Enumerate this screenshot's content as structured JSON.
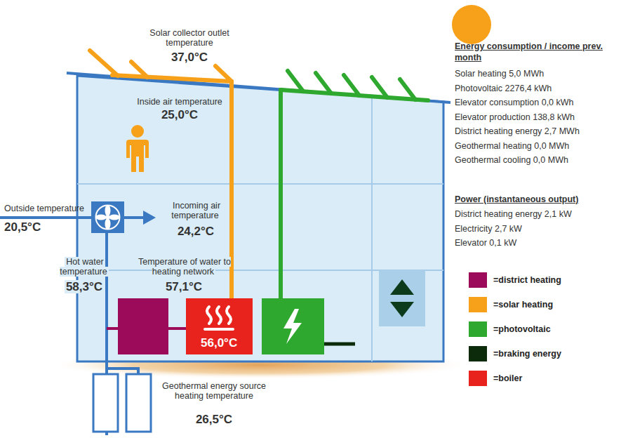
{
  "diagram": {
    "nodes": [
      {
        "text": [
          "56,0°C"
        ]
      }
    ],
    "labels": [
      "Solar collector outlet temperature",
      "37,0°C",
      "Inside air temperature",
      "25,0°C",
      "Outside temperature",
      "20,5°C",
      "Incoming air temperature",
      "24,2°C",
      "Hot water temperature",
      "58,3°C",
      "Temperature of water to heating network",
      "57,1°C",
      "Geothermal energy source heating temperature",
      "26,5°C",
      "Energy consumption / income prev. month",
      "Solar heating 5,0 MWh",
      "Photovoltaic 2276,4 kWh",
      "Elevator consumption 0,0 kWh",
      "Elevator production 138,8 kWh",
      "District heating energy 2,7 MWh",
      "Geothermal heating 0,0 MWh",
      "Geothermal cooling 0,0 MWh",
      "Power (instantaneous output)",
      "District heating energy 2,1 kW",
      "Electricity 2,7 kW",
      "Elevator 0,1 kW"
    ],
    "legend": [
      {
        "text": "=district heating",
        "color": "#9b0b5a"
      },
      {
        "text": "=solar heating",
        "color": "#f7a11a"
      },
      {
        "text": "=photovoltaic",
        "color": "#2ea82e"
      },
      {
        "text": "=braking energy",
        "color": "#0b2b0b"
      },
      {
        "text": "=boiler",
        "color": "#e8231e"
      }
    ]
  }
}
